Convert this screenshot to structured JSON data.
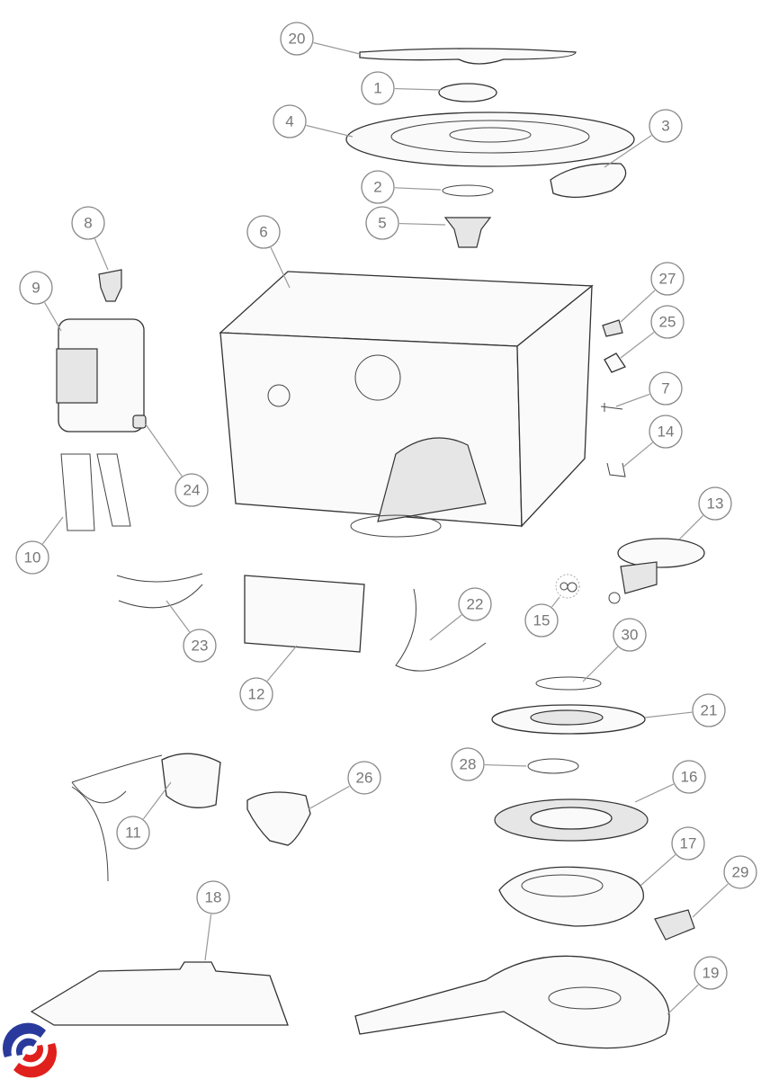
{
  "diagram": {
    "callouts": [
      "20",
      "1",
      "4",
      "3",
      "2",
      "5",
      "8",
      "6",
      "9",
      "27",
      "25",
      "7",
      "14",
      "24",
      "13",
      "10",
      "22",
      "15",
      "23",
      "30",
      "21",
      "12",
      "28",
      "16",
      "26",
      "11",
      "17",
      "29",
      "18",
      "19"
    ]
  },
  "colors": {
    "logo_blue": "#2a3a9c",
    "logo_red": "#e0201c",
    "callout_stroke": "#888888"
  }
}
